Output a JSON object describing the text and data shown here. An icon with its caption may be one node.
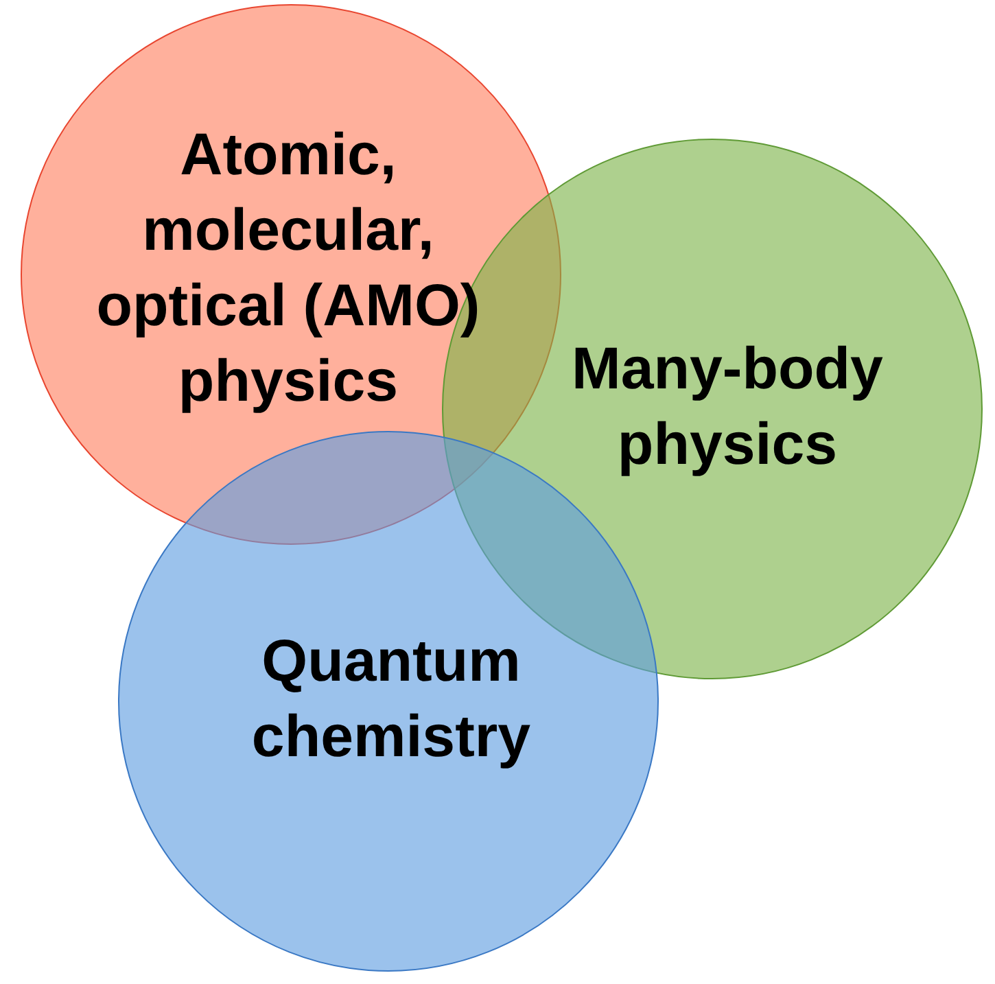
{
  "diagram": {
    "nodes": [
      {
        "text": [
          "Atomic, molecular, optical (AMO) physics"
        ]
      },
      {
        "text": [
          "Many-body physics"
        ]
      },
      {
        "text": [
          "Quantum chemistry"
        ]
      }
    ],
    "edges": []
  }
}
